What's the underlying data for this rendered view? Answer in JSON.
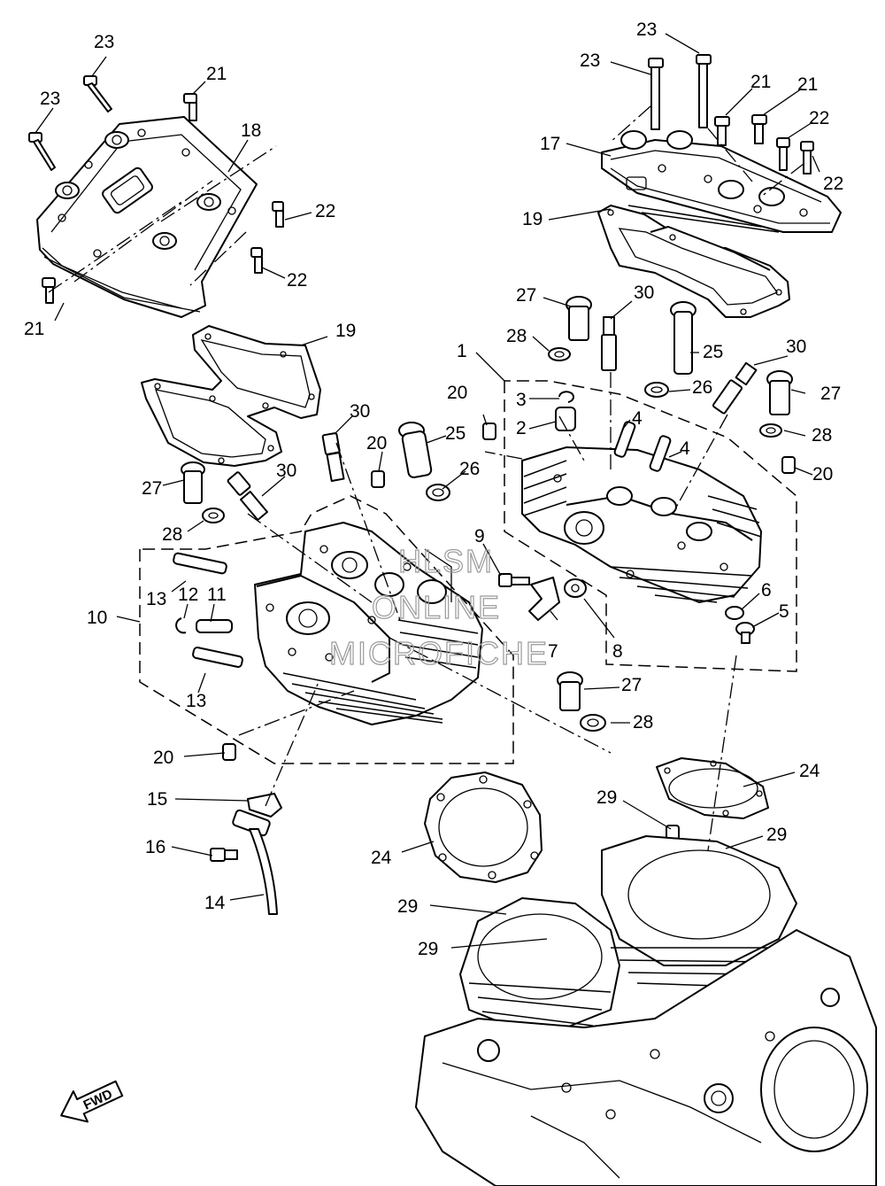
{
  "labels": [
    {
      "id": "l23a",
      "text": "23"
    },
    {
      "id": "l23b",
      "text": "23"
    },
    {
      "id": "l21a",
      "text": "21"
    },
    {
      "id": "l18",
      "text": "18"
    },
    {
      "id": "l22a",
      "text": "22"
    },
    {
      "id": "l22b",
      "text": "22"
    },
    {
      "id": "l21b",
      "text": "21"
    },
    {
      "id": "l19a",
      "text": "19"
    },
    {
      "id": "l30a",
      "text": "30"
    },
    {
      "id": "l20a",
      "text": "20"
    },
    {
      "id": "l25a",
      "text": "25"
    },
    {
      "id": "l30b",
      "text": "30"
    },
    {
      "id": "l26a",
      "text": "26"
    },
    {
      "id": "l27a",
      "text": "27"
    },
    {
      "id": "l28a",
      "text": "28"
    },
    {
      "id": "l9",
      "text": "9"
    },
    {
      "id": "l13a",
      "text": "13"
    },
    {
      "id": "l12",
      "text": "12"
    },
    {
      "id": "l11",
      "text": "11"
    },
    {
      "id": "l10",
      "text": "10"
    },
    {
      "id": "l13b",
      "text": "13"
    },
    {
      "id": "l20b",
      "text": "20"
    },
    {
      "id": "l15",
      "text": "15"
    },
    {
      "id": "l16",
      "text": "16"
    },
    {
      "id": "l14",
      "text": "14"
    },
    {
      "id": "l23c",
      "text": "23"
    },
    {
      "id": "l23d",
      "text": "23"
    },
    {
      "id": "l21c",
      "text": "21"
    },
    {
      "id": "l21d",
      "text": "21"
    },
    {
      "id": "l17",
      "text": "17"
    },
    {
      "id": "l22c",
      "text": "22"
    },
    {
      "id": "l22d",
      "text": "22"
    },
    {
      "id": "l19b",
      "text": "19"
    },
    {
      "id": "l27b",
      "text": "27"
    },
    {
      "id": "l30c",
      "text": "30"
    },
    {
      "id": "l28b",
      "text": "28"
    },
    {
      "id": "l25b",
      "text": "25"
    },
    {
      "id": "l1",
      "text": "1"
    },
    {
      "id": "l30d",
      "text": "30"
    },
    {
      "id": "l26b",
      "text": "26"
    },
    {
      "id": "l27c",
      "text": "27"
    },
    {
      "id": "l20c",
      "text": "20"
    },
    {
      "id": "l3",
      "text": "3"
    },
    {
      "id": "l2",
      "text": "2"
    },
    {
      "id": "l4a",
      "text": "4"
    },
    {
      "id": "l4b",
      "text": "4"
    },
    {
      "id": "l28c",
      "text": "28"
    },
    {
      "id": "l20d",
      "text": "20"
    },
    {
      "id": "l6",
      "text": "6"
    },
    {
      "id": "l5",
      "text": "5"
    },
    {
      "id": "l7",
      "text": "7"
    },
    {
      "id": "l8",
      "text": "8"
    },
    {
      "id": "l27d",
      "text": "27"
    },
    {
      "id": "l28d",
      "text": "28"
    },
    {
      "id": "l24a",
      "text": "24"
    },
    {
      "id": "l29a",
      "text": "29"
    },
    {
      "id": "l29b",
      "text": "29"
    },
    {
      "id": "l24b",
      "text": "24"
    },
    {
      "id": "l29c",
      "text": "29"
    },
    {
      "id": "l29d",
      "text": "29"
    }
  ],
  "watermark": {
    "line1": "HLSM",
    "line2": "ONLINE",
    "line3": "MICROFICHE"
  },
  "fwd_badge": "FWD"
}
